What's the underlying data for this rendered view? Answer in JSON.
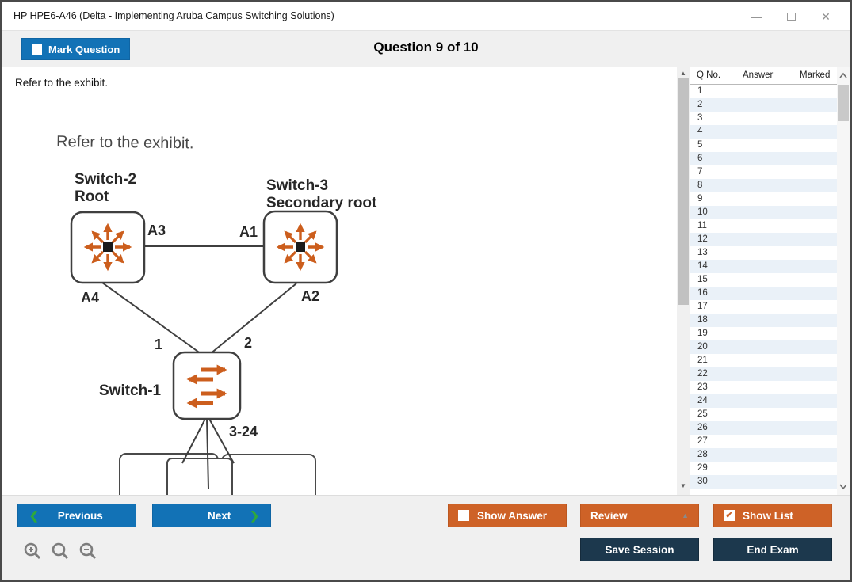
{
  "window": {
    "title": "HP HPE6-A46 (Delta - Implementing Aruba Campus Switching Solutions)"
  },
  "header": {
    "mark_question_label": "Mark Question",
    "question_counter": "Question 9 of 10"
  },
  "question": {
    "prompt": "Refer to the exhibit."
  },
  "exhibit": {
    "caption": "Refer to the exhibit.",
    "switch2_name": "Switch-2",
    "switch2_role": "Root",
    "switch3_name": "Switch-3",
    "switch3_role": "Secondary root",
    "switch1_name": "Switch-1",
    "ports": {
      "a3": "A3",
      "a1": "A1",
      "a4": "A4",
      "a2": "A2",
      "p1": "1",
      "p2": "2",
      "p3_24": "3-24"
    }
  },
  "question_list": {
    "columns": {
      "qno": "Q No.",
      "answer": "Answer",
      "marked": "Marked"
    },
    "rows": [
      "1",
      "2",
      "3",
      "4",
      "5",
      "6",
      "7",
      "8",
      "9",
      "10",
      "11",
      "12",
      "13",
      "14",
      "15",
      "16",
      "17",
      "18",
      "19",
      "20",
      "21",
      "22",
      "23",
      "24",
      "25",
      "26",
      "27",
      "28",
      "29",
      "30"
    ]
  },
  "footer": {
    "previous_label": "Previous",
    "next_label": "Next",
    "show_answer_label": "Show Answer",
    "review_label": "Review",
    "show_list_label": "Show List",
    "save_session_label": "Save Session",
    "end_exam_label": "End Exam"
  },
  "icons": {
    "minimize": "—",
    "close": "✕",
    "prev_chevron": "❮",
    "next_chevron": "❯",
    "review_caret": "▲",
    "scroll_up": "▲",
    "scroll_down": "▼",
    "check": "✔"
  },
  "states": {
    "mark_question_checked": false,
    "show_answer_checked": false,
    "show_list_checked": true
  },
  "colors": {
    "accent_blue": "#1272b6",
    "accent_orange": "#ce6227",
    "dark_navy": "#1c384d",
    "chevron_green": "#2fa83c",
    "diagram_orange": "#cc5e1d",
    "row_alternate": "#eaf1f8"
  }
}
